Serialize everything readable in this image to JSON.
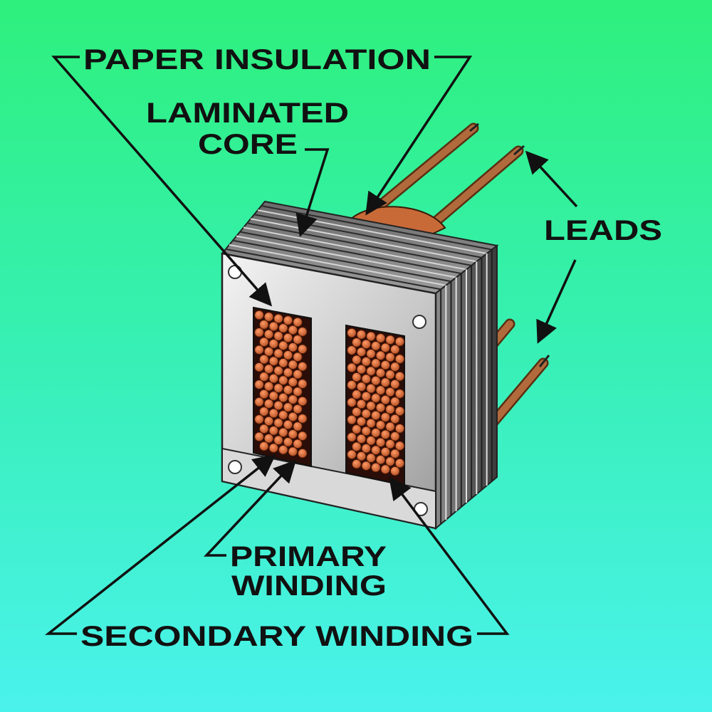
{
  "labels": {
    "paper_insulation": "PAPER INSULATION",
    "laminated_core_line1": "LAMINATED",
    "laminated_core_line2": "CORE",
    "leads": "LEADS",
    "primary_winding_line1": "PRIMARY",
    "primary_winding_line2": "WINDING",
    "secondary_winding": "SECONDARY WINDING"
  },
  "colors": {
    "background_top": "#2ef07c",
    "background_bottom": "#4af2ec",
    "copper": "#c8693a",
    "lead": "#a8643a",
    "core": "#bfbfbf",
    "ink": "#111111"
  }
}
